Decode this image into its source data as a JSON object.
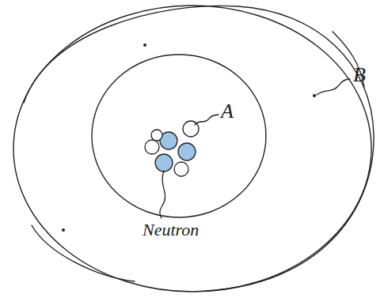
{
  "diagram": {
    "labels": [
      "A",
      "B",
      "Neutron"
    ]
  }
}
